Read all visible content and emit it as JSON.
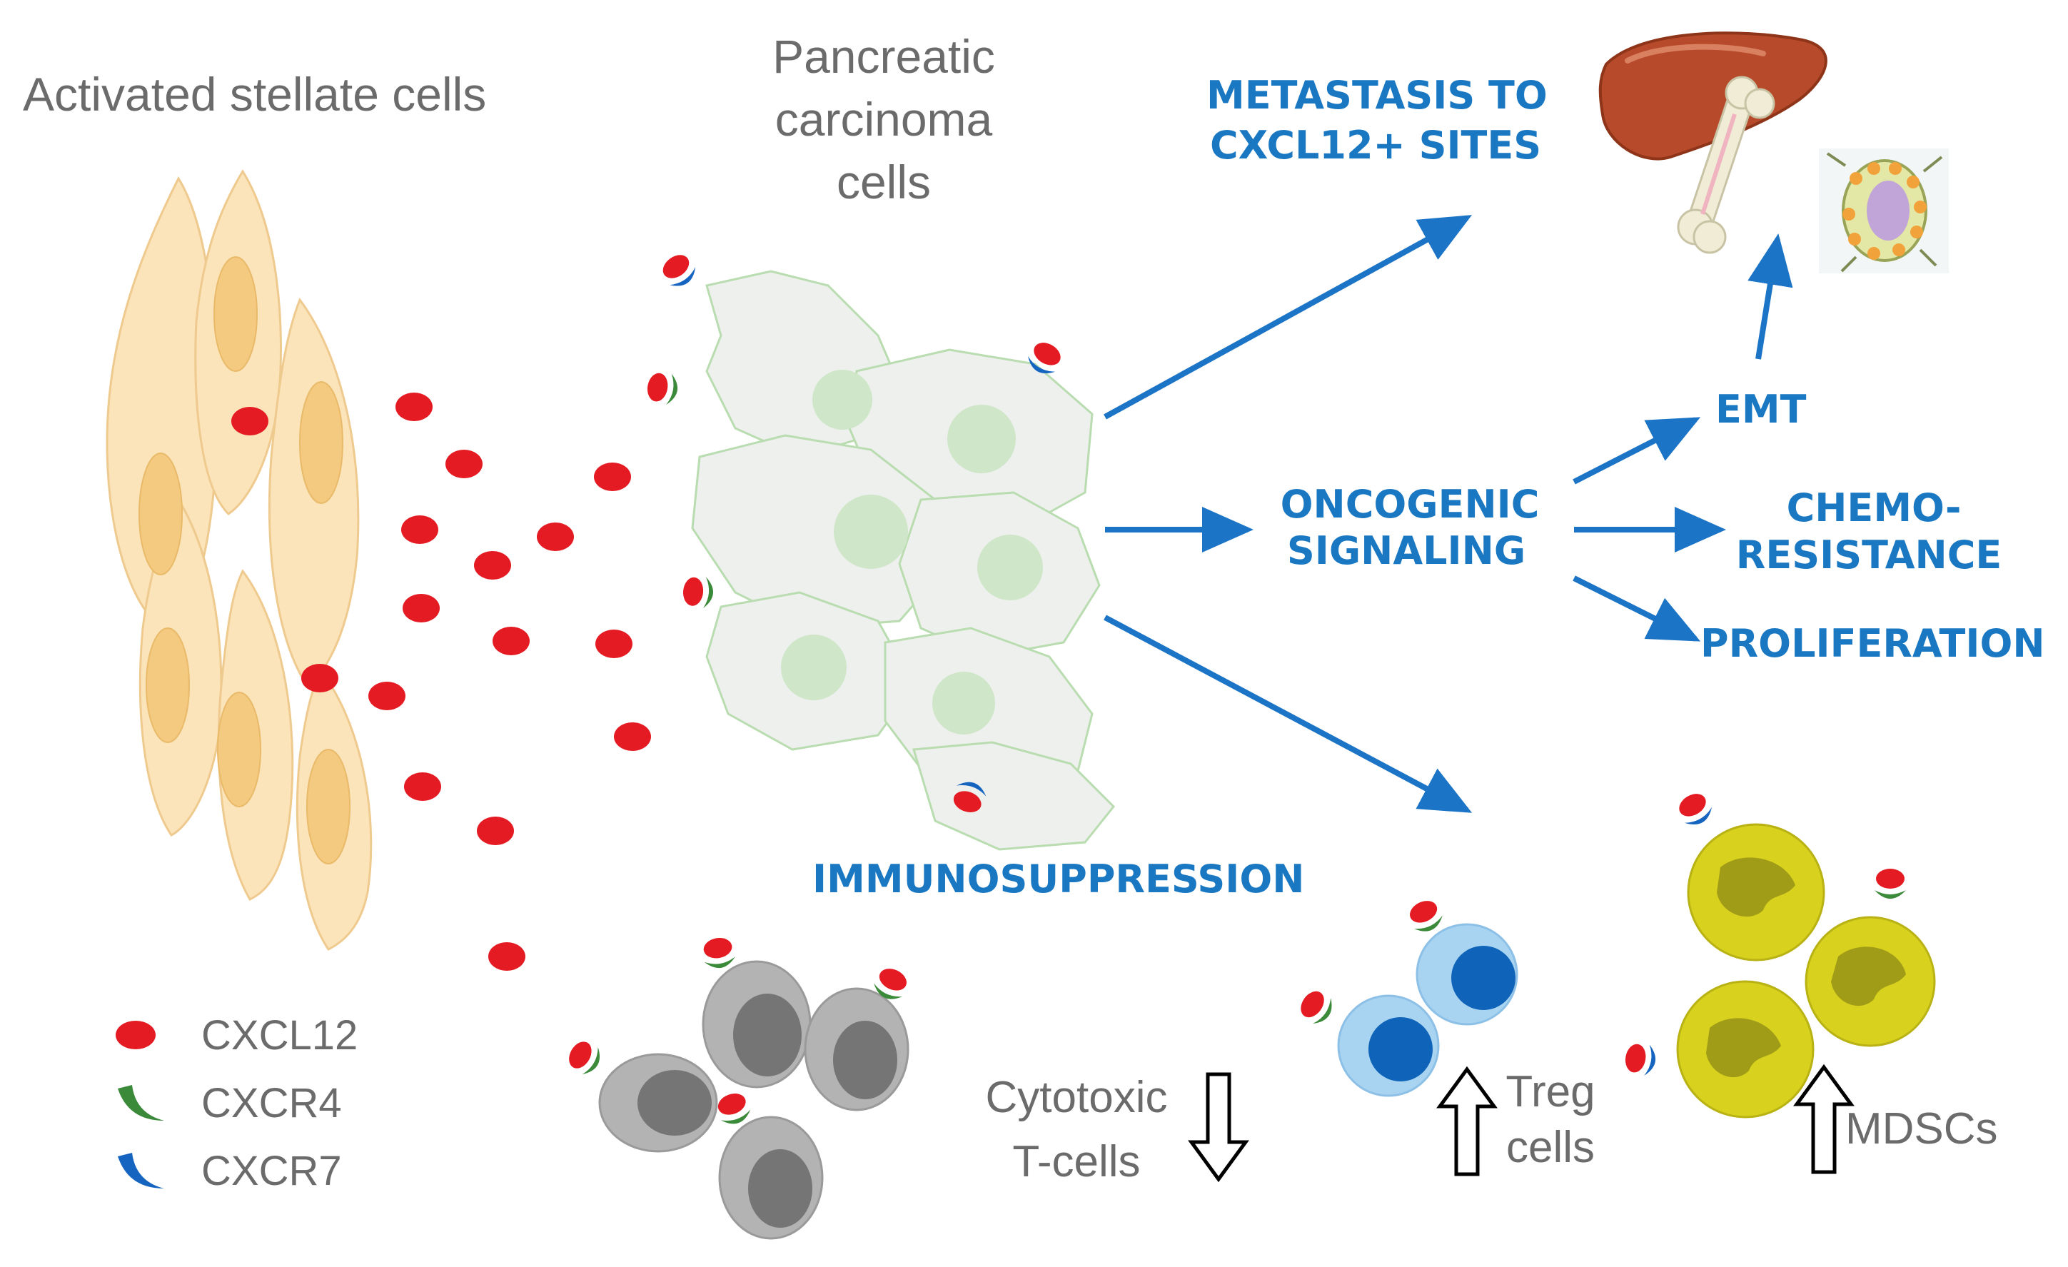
{
  "colors": {
    "label_gray": "#6b6b6b",
    "outcome_blue": "#1a78c2",
    "arrow_blue": "#1b74c6",
    "cxcl12_red": "#e41b23",
    "cxcr4_green": "#3a8a3a",
    "cxcr7_blue": "#1565c0",
    "stellate_fill": "#fbe3b7",
    "stellate_nucleus": "#f4c77a",
    "tumor_fill": "#eef0ed",
    "tumor_nucleus": "#cfe6c9",
    "tcell_gray": "#b3b3b3",
    "treg_blue": "#a8d4f2",
    "mdsc_yellow": "#d8d21e"
  },
  "labels": {
    "stellate": "Activated stellate cells",
    "carcinoma": [
      "Pancreatic",
      "carcinoma",
      "cells"
    ],
    "cytotoxic": [
      "Cytotoxic",
      "T-cells"
    ],
    "treg": [
      "Treg",
      "cells"
    ],
    "mdsc": "MDSCs"
  },
  "outcomes": {
    "metastasis": [
      "METASTASIS TO",
      "CXCL12+ SITES"
    ],
    "oncogenic": [
      "ONCOGENIC",
      "SIGNALING"
    ],
    "emt": "EMT",
    "chemo": [
      "CHEMO-",
      "RESISTANCE"
    ],
    "proliferation": "PROLIFERATION",
    "immunosuppression": "IMMUNOSUPPRESSION"
  },
  "legend": [
    {
      "icon": "cxcl12-icon",
      "label": "CXCL12"
    },
    {
      "icon": "cxcr4-icon",
      "label": "CXCR4"
    },
    {
      "icon": "cxcr7-icon",
      "label": "CXCR7"
    }
  ],
  "indicators": {
    "cytotoxic": "down",
    "treg": "up",
    "mdsc": "up"
  }
}
